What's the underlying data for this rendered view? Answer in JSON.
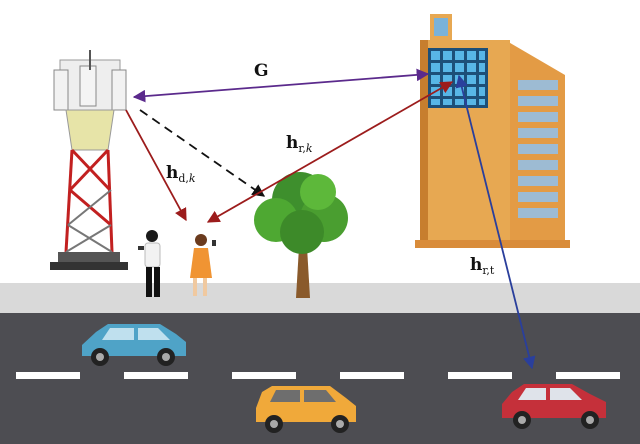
{
  "figure": {
    "labels": {
      "G": "G",
      "h_d_k_main": "h",
      "h_d_k_sub": "d,",
      "h_d_k_idx": "k",
      "h_r_k_main": "h",
      "h_r_k_sub": "r,",
      "h_r_k_idx": "k",
      "h_r_t_main": "h",
      "h_r_t_sub": "r,t"
    },
    "colors": {
      "purple_link": "#5b2a8c",
      "red_link": "#9c1c1c",
      "blue_link": "#2a3f9c",
      "dashed_link": "#111111"
    }
  }
}
